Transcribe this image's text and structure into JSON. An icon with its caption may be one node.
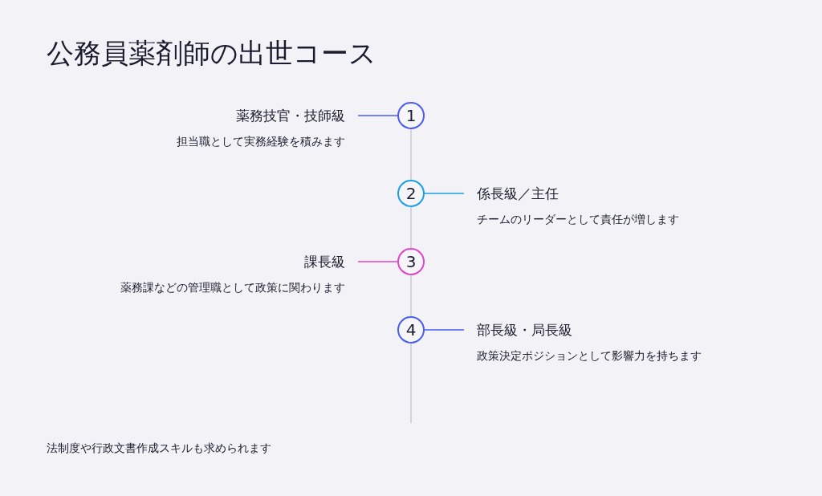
{
  "diagram": {
    "title": "公務員薬剤師の出世コース",
    "nodes": [
      {
        "text": [
          "薬務技官・技師級",
          "担当職として実務経験を積みます"
        ]
      },
      {
        "text": [
          "1"
        ]
      },
      {
        "text": [
          "2"
        ]
      },
      {
        "text": [
          "係長級／主任",
          "チームのリーダーとして責任が増します"
        ]
      },
      {
        "text": [
          "課長級",
          "薬務課などの管理職として政策に関わります"
        ]
      },
      {
        "text": [
          "3"
        ]
      },
      {
        "text": [
          "4"
        ]
      },
      {
        "text": [
          "部長級・局長級",
          "政策決定ポジションとして影響力を持ちます"
        ]
      }
    ],
    "edges": [
      {
        "from": 0,
        "to": 1,
        "arrow": "none",
        "color": "#4a5cf2"
      },
      {
        "from": 2,
        "to": 3,
        "arrow": "none",
        "color": "#1c9ee3"
      },
      {
        "from": 4,
        "to": 5,
        "arrow": "none",
        "color": "#e045c9"
      },
      {
        "from": 6,
        "to": 7,
        "arrow": "none",
        "color": "#4a5cf2"
      },
      {
        "from": 1,
        "to": 2,
        "arrow": "none"
      },
      {
        "from": 2,
        "to": 5,
        "arrow": "none"
      },
      {
        "from": 5,
        "to": 6,
        "arrow": "none"
      },
      {
        "from": 6,
        "to": null,
        "arrow": "none"
      }
    ],
    "labels": [
      "法制度や行政文書作成スキルも求められます"
    ]
  }
}
